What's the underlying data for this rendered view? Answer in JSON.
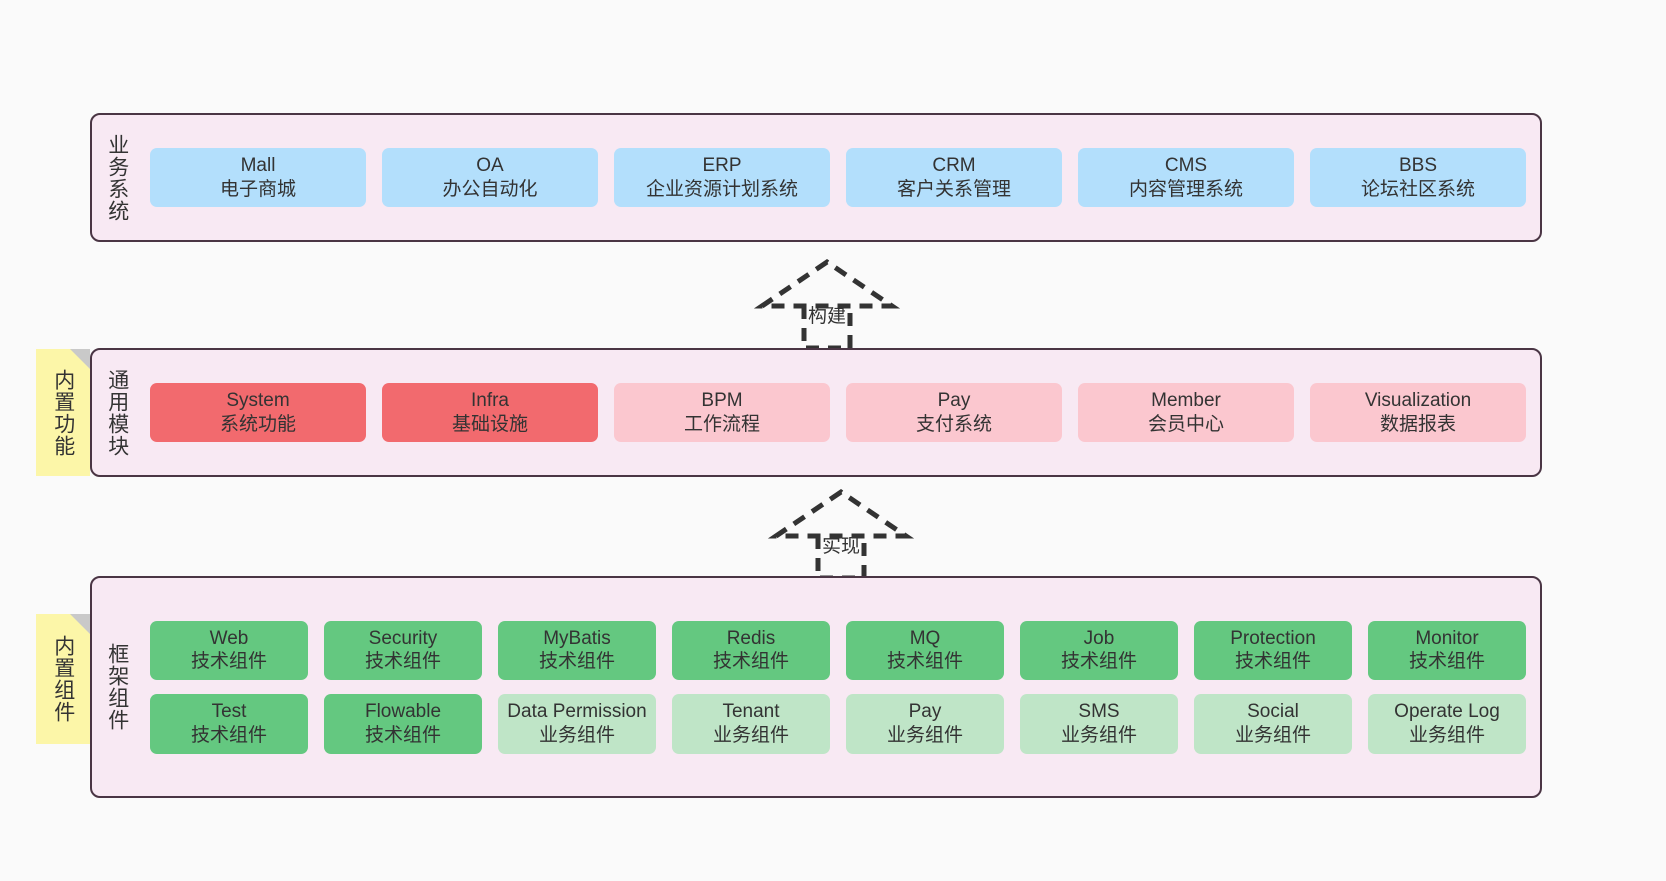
{
  "diagram": {
    "title": "",
    "background": "#fafafa",
    "colors": {
      "layer_bg": "#f8e9f3",
      "layer_border": "#4a3544",
      "note_bg": "#fcf6a8",
      "note_fold": "#c9c9c9",
      "business_node": "#b3dffc",
      "common_node_strong": "#f26a6e",
      "common_node_soft": "#fbc7cf",
      "framework_node_strong": "#64c880",
      "framework_node_soft": "#bfe5c7",
      "text": "#333333"
    }
  },
  "notes": [
    {
      "label": "内置功能"
    },
    {
      "label": "内置组件"
    }
  ],
  "connectors": [
    {
      "label": "构建",
      "style": "dashed-generalization",
      "direction": "up"
    },
    {
      "label": "实现",
      "style": "dashed-generalization",
      "direction": "up"
    }
  ],
  "layers": [
    {
      "id": "business",
      "title": "业务系统",
      "rows": [
        [
          {
            "en": "Mall",
            "cn": "电子商城",
            "style": "blue"
          },
          {
            "en": "OA",
            "cn": "办公自动化",
            "style": "blue"
          },
          {
            "en": "ERP",
            "cn": "企业资源计划系统",
            "style": "blue"
          },
          {
            "en": "CRM",
            "cn": "客户关系管理",
            "style": "blue"
          },
          {
            "en": "CMS",
            "cn": "内容管理系统",
            "style": "blue"
          },
          {
            "en": "BBS",
            "cn": "论坛社区系统",
            "style": "blue"
          }
        ]
      ]
    },
    {
      "id": "common",
      "title": "通用模块",
      "rows": [
        [
          {
            "en": "System",
            "cn": "系统功能",
            "style": "red-strong"
          },
          {
            "en": "Infra",
            "cn": "基础设施",
            "style": "red-strong"
          },
          {
            "en": "BPM",
            "cn": "工作流程",
            "style": "red-soft"
          },
          {
            "en": "Pay",
            "cn": "支付系统",
            "style": "red-soft"
          },
          {
            "en": "Member",
            "cn": "会员中心",
            "style": "red-soft"
          },
          {
            "en": "Visualization",
            "cn": "数据报表",
            "style": "red-soft"
          }
        ]
      ]
    },
    {
      "id": "framework",
      "title": "框架组件",
      "rows": [
        [
          {
            "en": "Web",
            "cn": "技术组件",
            "style": "green-strong"
          },
          {
            "en": "Security",
            "cn": "技术组件",
            "style": "green-strong"
          },
          {
            "en": "MyBatis",
            "cn": "技术组件",
            "style": "green-strong"
          },
          {
            "en": "Redis",
            "cn": "技术组件",
            "style": "green-strong"
          },
          {
            "en": "MQ",
            "cn": "技术组件",
            "style": "green-strong"
          },
          {
            "en": "Job",
            "cn": "技术组件",
            "style": "green-strong"
          },
          {
            "en": "Protection",
            "cn": "技术组件",
            "style": "green-strong"
          },
          {
            "en": "Monitor",
            "cn": "技术组件",
            "style": "green-strong"
          }
        ],
        [
          {
            "en": "Test",
            "cn": "技术组件",
            "style": "green-strong"
          },
          {
            "en": "Flowable",
            "cn": "技术组件",
            "style": "green-strong"
          },
          {
            "en": "Data Permission",
            "cn": "业务组件",
            "style": "green-soft"
          },
          {
            "en": "Tenant",
            "cn": "业务组件",
            "style": "green-soft"
          },
          {
            "en": "Pay",
            "cn": "业务组件",
            "style": "green-soft"
          },
          {
            "en": "SMS",
            "cn": "业务组件",
            "style": "green-soft"
          },
          {
            "en": "Social",
            "cn": "业务组件",
            "style": "green-soft"
          },
          {
            "en": "Operate Log",
            "cn": "业务组件",
            "style": "green-soft"
          }
        ]
      ]
    }
  ]
}
